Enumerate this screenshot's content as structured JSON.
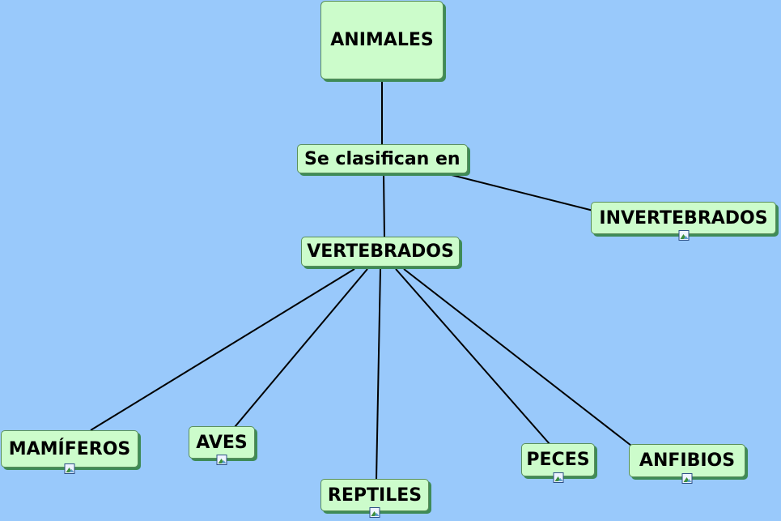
{
  "map": {
    "root": "ANIMALES",
    "linking_phrase": "Se clasifican en",
    "vertebrados": "VERTEBRADOS",
    "invertebrados": "INVERTEBRADOS",
    "mamiferos": "MAMÍFEROS",
    "aves": "AVES",
    "reptiles": "REPTILES",
    "peces": "PECES",
    "anfibios": "ANFIBIOS"
  },
  "colors": {
    "background": "#99c9fb",
    "node_fill": "#ccfccb",
    "node_shadow": "#3f8b57",
    "line": "#000000"
  },
  "icons": {
    "resource": "image-icon"
  }
}
